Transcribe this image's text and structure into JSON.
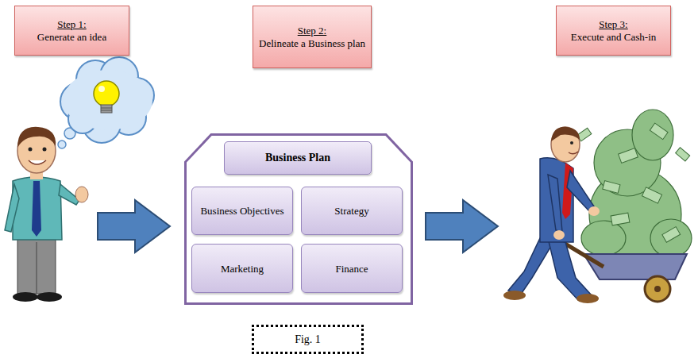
{
  "diagram": {
    "caption": "Fig. 1",
    "nodes": [
      {
        "text": [
          "Step 1:",
          "Generate an idea"
        ]
      },
      {
        "text": [
          "Step 2:",
          "Delineate a Business plan"
        ]
      },
      {
        "text": [
          "Step 3:",
          "Execute and Cash-in"
        ]
      },
      {
        "text": [
          "Business Plan"
        ]
      },
      {
        "text": [
          "Business Objectives"
        ],
        "in": 3
      },
      {
        "text": [
          "Strategy"
        ],
        "in": 3
      },
      {
        "text": [
          "Marketing"
        ],
        "in": 3
      },
      {
        "text": [
          "Finance"
        ],
        "in": 3
      }
    ]
  }
}
